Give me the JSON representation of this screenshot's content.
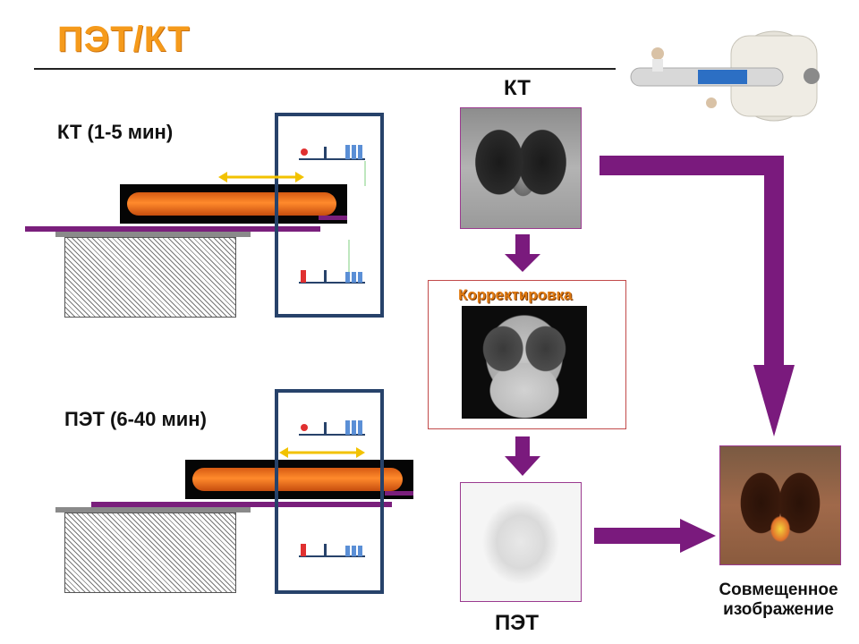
{
  "title": "ПЭТ/КТ",
  "stages": {
    "ct": "КТ (1-5 мин)",
    "pet": "ПЭТ (6-40 мин)"
  },
  "images": {
    "ct": "КТ",
    "correction": "Корректировка",
    "pet": "ПЭТ",
    "fused": "Совмещенное изображение"
  },
  "colors": {
    "title": "#f59a1b",
    "arrow": "#7a1a7d",
    "frame": "#27426a",
    "bed": "#7a1f7c",
    "double_arrow": "#f2c200"
  }
}
